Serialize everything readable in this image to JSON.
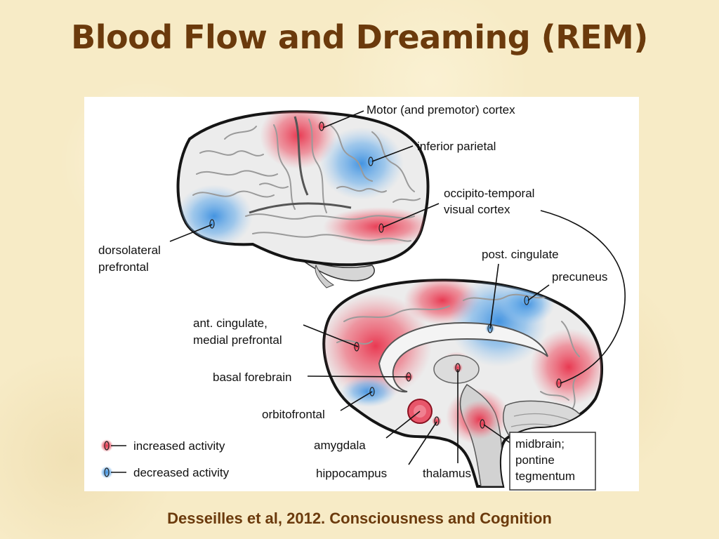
{
  "slide": {
    "title": "Blood Flow and Dreaming (REM)",
    "citation": "Desseilles et al, 2012. Consciousness and Cognition"
  },
  "colors": {
    "title": "#6b3a0c",
    "increased": "#e8304a",
    "decreased": "#3b8fe0",
    "brain_fill": "#ececec",
    "brain_outline": "#151515"
  },
  "labels": {
    "motor": "Motor (and premotor) cortex",
    "inferior_parietal": "inferior parietal",
    "occipito_line1": "occipito-temporal",
    "occipito_line2": "visual cortex",
    "dorsolateral_line1": "dorsolateral",
    "dorsolateral_line2": "prefrontal",
    "post_cingulate": "post. cingulate",
    "precuneus": "precuneus",
    "ant_cingulate_line1": "ant. cingulate,",
    "ant_cingulate_line2": "medial prefrontal",
    "basal_forebrain": "basal forebrain",
    "orbitofrontal": "orbitofrontal",
    "amygdala": "amygdala",
    "hippocampus": "hippocampus",
    "thalamus": "thalamus",
    "midbrain_line1": "midbrain;",
    "midbrain_line2": "pontine",
    "midbrain_line3": "tegmentum"
  },
  "legend": {
    "increased": "increased activity",
    "decreased": "decreased activity"
  }
}
